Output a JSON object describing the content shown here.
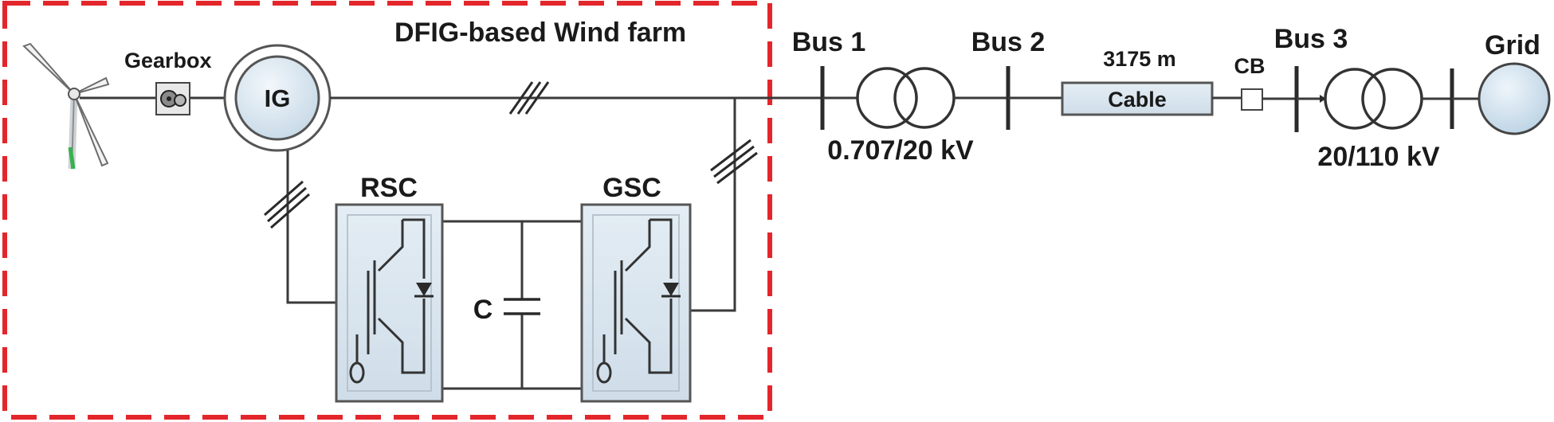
{
  "diagram": {
    "title": "DFIG-based Wind farm",
    "gearbox_label": "Gearbox",
    "generator_label": "IG",
    "rsc_label": "RSC",
    "gsc_label": "GSC",
    "capacitor_label": "C",
    "bus1_label": "Bus 1",
    "bus2_label": "Bus 2",
    "bus3_label": "Bus 3",
    "cable_length": "3175 m",
    "cable_label": "Cable",
    "cb_label": "CB",
    "transformer1_rating": "0.707/20 kV",
    "transformer2_rating": "20/110 kV",
    "grid_label": "Grid",
    "colors": {
      "boundary": "#e3262b",
      "component_fill": "#d8e4ee",
      "grid_fill": "#cfe0ec",
      "line": "#3a3a3a"
    }
  }
}
